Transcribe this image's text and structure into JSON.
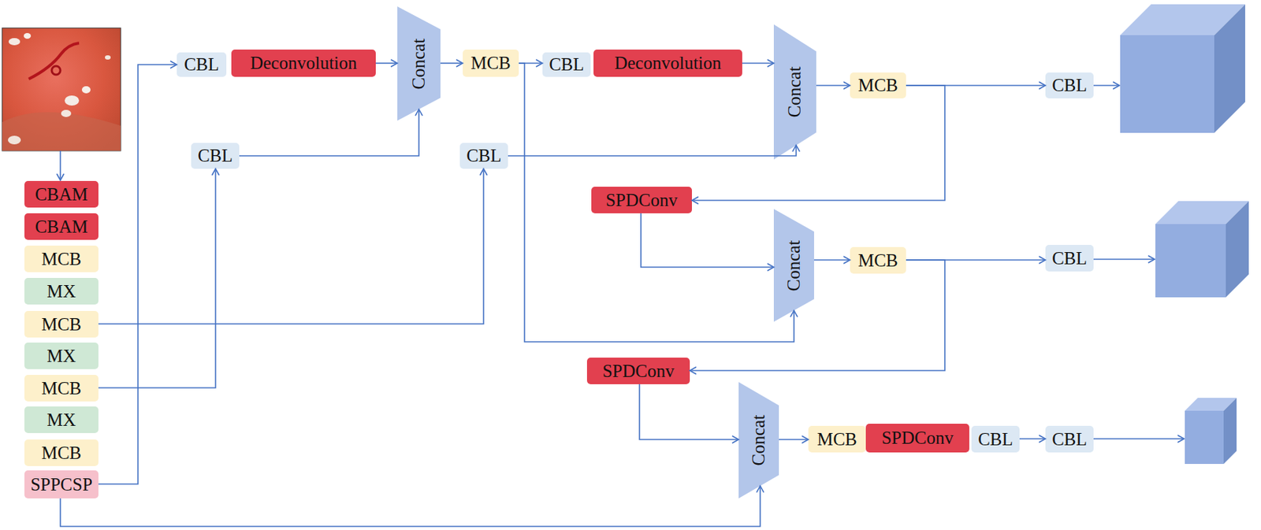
{
  "diagram": {
    "nodes": [
      {
        "text": [
          "CBAM"
        ]
      },
      {
        "text": [
          "CBAM"
        ]
      },
      {
        "text": [
          "MCB"
        ]
      },
      {
        "text": [
          "MX"
        ]
      },
      {
        "text": [
          "MCB"
        ]
      },
      {
        "text": [
          "MX"
        ]
      },
      {
        "text": [
          "MCB"
        ]
      },
      {
        "text": [
          "MX"
        ]
      },
      {
        "text": [
          "MCB"
        ]
      },
      {
        "text": [
          "SPPCSP"
        ]
      },
      {
        "text": [
          "CBL"
        ]
      },
      {
        "text": [
          "Deconvolution"
        ]
      },
      {
        "text": [
          "Concat"
        ]
      },
      {
        "text": [
          "MCB"
        ]
      },
      {
        "text": [
          "CBL"
        ]
      },
      {
        "text": [
          "Deconvolution"
        ]
      },
      {
        "text": [
          "Concat"
        ]
      },
      {
        "text": [
          "MCB"
        ]
      },
      {
        "text": [
          "CBL"
        ]
      },
      {
        "text": [
          "CBL"
        ]
      },
      {
        "text": [
          "CBL"
        ]
      },
      {
        "text": [
          "SPDConv"
        ]
      },
      {
        "text": [
          "Concat"
        ]
      },
      {
        "text": [
          "MCB"
        ]
      },
      {
        "text": [
          "CBL"
        ]
      },
      {
        "text": [
          "SPDConv"
        ]
      },
      {
        "text": [
          "Concat"
        ]
      },
      {
        "text": [
          "MCB"
        ]
      },
      {
        "text": [
          "SPDConv"
        ]
      },
      {
        "text": [
          "CBL"
        ]
      },
      {
        "text": [
          "CBL"
        ]
      }
    ],
    "edges": [
      {
        "from": 9,
        "to": 10,
        "arrow": "to"
      },
      {
        "from": 11,
        "to": 12,
        "arrow": "to"
      },
      {
        "from": 6,
        "to": 19,
        "arrow": "to"
      },
      {
        "from": 19,
        "to": 12,
        "arrow": "to"
      },
      {
        "from": 12,
        "to": 13,
        "arrow": "to"
      },
      {
        "from": 13,
        "to": 14,
        "arrow": "to"
      },
      {
        "from": 13,
        "to": 22,
        "arrow": "to"
      },
      {
        "from": 4,
        "to": 20,
        "arrow": "to"
      },
      {
        "from": 20,
        "to": 16,
        "arrow": "to"
      },
      {
        "from": 15,
        "to": 16,
        "arrow": "to"
      },
      {
        "from": 16,
        "to": 17,
        "arrow": "to"
      },
      {
        "from": 17,
        "to": 18,
        "arrow": "to"
      },
      {
        "from": 17,
        "to": 21,
        "arrow": "to"
      },
      {
        "from": 21,
        "to": 22,
        "arrow": "to"
      },
      {
        "from": 22,
        "to": 23,
        "arrow": "to"
      },
      {
        "from": 23,
        "to": 24,
        "arrow": "to"
      },
      {
        "from": 23,
        "to": 25,
        "arrow": "to"
      },
      {
        "from": 25,
        "to": 26,
        "arrow": "to"
      },
      {
        "from": 9,
        "to": 26,
        "arrow": "to"
      },
      {
        "from": 26,
        "to": 27,
        "arrow": "to"
      },
      {
        "from": 29,
        "to": 30,
        "arrow": "to"
      }
    ]
  }
}
